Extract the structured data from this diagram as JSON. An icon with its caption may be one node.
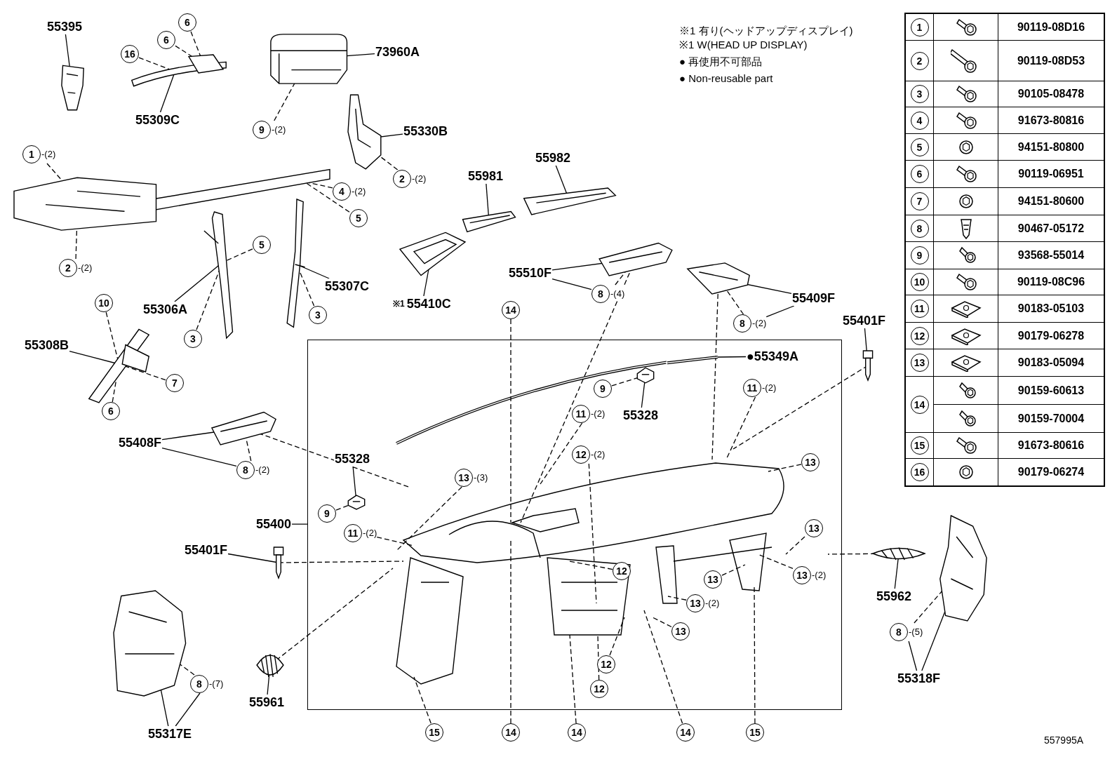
{
  "diagram": {
    "nodes": [
      {
        "text": [
          "55395"
        ]
      },
      {
        "text": [],
        "shape": "picture"
      },
      {
        "text": [
          "16"
        ]
      },
      {
        "text": [
          "6"
        ]
      },
      {
        "text": [
          "6"
        ]
      },
      {
        "text": [],
        "shape": "picture"
      },
      {
        "text": [
          "55309C"
        ]
      },
      {
        "text": [],
        "shape": "picture"
      },
      {
        "text": [
          "73960A"
        ]
      },
      {
        "text": [
          "9"
        ],
        "beside": [
          "-(2)"
        ]
      },
      {
        "text": [],
        "shape": "picture"
      },
      {
        "text": [
          "55330B"
        ]
      },
      {
        "text": [
          "1"
        ],
        "beside": [
          "-(2)"
        ]
      },
      {
        "text": [],
        "shape": "picture"
      },
      {
        "text": [
          "2"
        ],
        "beside": [
          "-(2)"
        ]
      },
      {
        "text": [
          "4"
        ],
        "beside": [
          "-(2)"
        ]
      },
      {
        "text": [
          "5"
        ]
      },
      {
        "text": [
          "5"
        ]
      },
      {
        "text": [],
        "shape": "picture"
      },
      {
        "text": [
          "55306A"
        ]
      },
      {
        "text": [
          "3"
        ]
      },
      {
        "text": [],
        "shape": "picture"
      },
      {
        "text": [
          "55307C"
        ]
      },
      {
        "text": [
          "3"
        ]
      },
      {
        "text": [
          "2"
        ],
        "beside": [
          "-(2)"
        ]
      },
      {
        "text": [
          "10"
        ]
      },
      {
        "text": [],
        "shape": "picture"
      },
      {
        "text": [
          "55308B"
        ]
      },
      {
        "text": [
          "7"
        ]
      },
      {
        "text": [
          "6"
        ]
      },
      {
        "text": [],
        "shape": "picture"
      },
      {
        "text": [
          "55410C"
        ],
        "beside": [
          "※1"
        ]
      },
      {
        "text": [],
        "shape": "picture"
      },
      {
        "text": [
          "55981"
        ]
      },
      {
        "text": [],
        "shape": "picture"
      },
      {
        "text": [
          "55982"
        ]
      },
      {
        "text": [],
        "shape": "picture"
      },
      {
        "text": [
          "55510F"
        ]
      },
      {
        "text": [
          "8"
        ],
        "beside": [
          "-(4)"
        ]
      },
      {
        "text": [],
        "shape": "picture"
      },
      {
        "text": [
          "55409F"
        ]
      },
      {
        "text": [
          "8"
        ],
        "beside": [
          "-(2)"
        ]
      },
      {
        "text": [
          "55401F"
        ]
      },
      {
        "text": [],
        "shape": "picture"
      },
      {
        "text": [],
        "shape": "box"
      },
      {
        "text": [
          "●55349A"
        ],
        "in": 44
      },
      {
        "text": [
          "9"
        ],
        "in": 44
      },
      {
        "text": [],
        "shape": "picture",
        "in": 44
      },
      {
        "text": [
          "55328"
        ],
        "in": 44
      },
      {
        "text": [
          "11"
        ],
        "beside": [
          "-(2)"
        ],
        "in": 44
      },
      {
        "text": [
          "11"
        ],
        "beside": [
          "-(2)"
        ],
        "in": 44
      },
      {
        "text": [
          "12"
        ],
        "beside": [
          "-(2)"
        ],
        "in": 44
      },
      {
        "text": [
          "13"
        ],
        "in": 44
      },
      {
        "text": [
          "55328"
        ],
        "in": 44
      },
      {
        "text": [],
        "shape": "picture",
        "in": 44
      },
      {
        "text": [
          "9"
        ],
        "in": 44
      },
      {
        "text": [
          "13"
        ],
        "beside": [
          "-(3)"
        ],
        "in": 44
      },
      {
        "text": [
          "11"
        ],
        "beside": [
          "-(2)"
        ],
        "in": 44
      },
      {
        "text": [
          "13"
        ],
        "in": 44
      },
      {
        "text": [
          "12"
        ],
        "in": 44
      },
      {
        "text": [
          "13"
        ],
        "in": 44
      },
      {
        "text": [
          "13"
        ],
        "beside": [
          "-(2)"
        ],
        "in": 44
      },
      {
        "text": [
          "13"
        ],
        "beside": [
          "-(2)"
        ],
        "in": 44
      },
      {
        "text": [
          "13"
        ],
        "in": 44
      },
      {
        "text": [
          "12"
        ],
        "in": 44
      },
      {
        "text": [
          "12"
        ],
        "in": 44
      },
      {
        "text": [
          "15"
        ]
      },
      {
        "text": [
          "14"
        ]
      },
      {
        "text": [
          "14"
        ]
      },
      {
        "text": [
          "14"
        ]
      },
      {
        "text": [
          "15"
        ]
      },
      {
        "text": [
          "14"
        ]
      },
      {
        "text": [
          "55400"
        ]
      },
      {
        "text": [
          "55401F"
        ]
      },
      {
        "text": [],
        "shape": "picture"
      },
      {
        "text": [
          "55408F"
        ]
      },
      {
        "text": [],
        "shape": "picture"
      },
      {
        "text": [
          "8"
        ],
        "beside": [
          "-(2)"
        ]
      },
      {
        "text": [],
        "shape": "picture"
      },
      {
        "text": [
          "8"
        ],
        "beside": [
          "-(7)"
        ]
      },
      {
        "text": [
          "55317E"
        ]
      },
      {
        "text": [],
        "shape": "picture"
      },
      {
        "text": [
          "55961"
        ]
      },
      {
        "text": [],
        "shape": "picture"
      },
      {
        "text": [
          "55962"
        ]
      },
      {
        "text": [],
        "shape": "picture"
      },
      {
        "text": [
          "8"
        ],
        "beside": [
          "-(5)"
        ]
      },
      {
        "text": [
          "55318F"
        ]
      },
      {
        "text": [],
        "shape": "picture",
        "in": 44
      }
    ],
    "edges": [
      {
        "from": 0,
        "to": 1,
        "arrow": "none"
      },
      {
        "from": 6,
        "to": 5,
        "arrow": "none"
      },
      {
        "from": 8,
        "to": 7,
        "arrow": "none"
      },
      {
        "from": 11,
        "to": 10,
        "arrow": "none"
      },
      {
        "from": 19,
        "to": 18,
        "arrow": "none"
      },
      {
        "from": 22,
        "to": 21,
        "arrow": "none"
      },
      {
        "from": 27,
        "to": 26,
        "arrow": "none"
      },
      {
        "from": 31,
        "to": 30,
        "arrow": "none"
      },
      {
        "from": 33,
        "to": 32,
        "arrow": "none"
      },
      {
        "from": 35,
        "to": 34,
        "arrow": "none"
      },
      {
        "from": 37,
        "to": 36,
        "arrow": "none"
      },
      {
        "from": 37,
        "to": 38,
        "arrow": "none"
      },
      {
        "from": 40,
        "to": 39,
        "arrow": "none"
      },
      {
        "from": 40,
        "to": 41,
        "arrow": "none"
      },
      {
        "from": 42,
        "to": 43,
        "arrow": "none"
      },
      {
        "from": 45,
        "to": 88,
        "arrow": "none"
      },
      {
        "from": 48,
        "to": 47,
        "arrow": "none"
      },
      {
        "from": 53,
        "to": 54,
        "arrow": "none"
      },
      {
        "from": 72,
        "to": 44,
        "arrow": "none"
      },
      {
        "from": 73,
        "to": 74,
        "arrow": "none"
      },
      {
        "from": 75,
        "to": 76,
        "arrow": "none"
      },
      {
        "from": 75,
        "to": 77,
        "arrow": "none"
      },
      {
        "from": 80,
        "to": 78,
        "arrow": "none"
      },
      {
        "from": 80,
        "to": 79,
        "arrow": "none"
      },
      {
        "from": 82,
        "to": 81,
        "arrow": "none"
      },
      {
        "from": 84,
        "to": 83,
        "arrow": "none"
      },
      {
        "from": 87,
        "to": 85,
        "arrow": "none"
      },
      {
        "from": 87,
        "to": 86,
        "arrow": "none"
      },
      {
        "from": 2,
        "to": 5,
        "arrow": "none",
        "style": "dashed"
      },
      {
        "from": 3,
        "to": 5,
        "arrow": "none",
        "style": "dashed"
      },
      {
        "from": 4,
        "to": 5,
        "arrow": "none",
        "style": "dashed"
      },
      {
        "from": 9,
        "to": 7,
        "arrow": "none",
        "style": "dashed"
      },
      {
        "from": 12,
        "to": 13,
        "arrow": "none",
        "style": "dashed"
      },
      {
        "from": 14,
        "to": 10,
        "arrow": "none",
        "style": "dashed"
      },
      {
        "from": 15,
        "to": 13,
        "arrow": "none",
        "style": "dashed"
      },
      {
        "from": 16,
        "to": 13,
        "arrow": "none",
        "style": "dashed"
      },
      {
        "from": 17,
        "to": 18,
        "arrow": "none",
        "style": "dashed"
      },
      {
        "from": 20,
        "to": 18,
        "arrow": "none",
        "style": "dashed"
      },
      {
        "from": 23,
        "to": 21,
        "arrow": "none",
        "style": "dashed"
      },
      {
        "from": 24,
        "to": 13,
        "arrow": "none",
        "style": "dashed"
      },
      {
        "from": 25,
        "to": 26,
        "arrow": "none",
        "style": "dashed"
      },
      {
        "from": 28,
        "to": 26,
        "arrow": "none",
        "style": "dashed"
      },
      {
        "from": 29,
        "to": 26,
        "arrow": "none",
        "style": "dashed"
      },
      {
        "from": 46,
        "to": 47,
        "arrow": "none",
        "style": "dashed"
      },
      {
        "from": 55,
        "to": 54,
        "arrow": "none",
        "style": "dashed"
      },
      {
        "from": 77,
        "to": 76,
        "arrow": "none",
        "style": "dashed"
      },
      {
        "from": 79,
        "to": 78,
        "arrow": "none",
        "style": "dashed"
      },
      {
        "from": 86,
        "to": 85,
        "arrow": "none",
        "style": "dashed"
      },
      {
        "from": 38,
        "to": 36,
        "arrow": "none",
        "style": "dashed"
      },
      {
        "from": 41,
        "to": 39,
        "arrow": "none",
        "style": "dashed"
      },
      {
        "from": 49,
        "to": null,
        "arrow": "none",
        "style": "dashed"
      },
      {
        "from": 50,
        "to": null,
        "arrow": "none",
        "style": "dashed"
      },
      {
        "from": 51,
        "to": null,
        "arrow": "none",
        "style": "dashed"
      },
      {
        "from": 52,
        "to": null,
        "arrow": "none",
        "style": "dashed"
      },
      {
        "from": 56,
        "to": null,
        "arrow": "none",
        "style": "dashed"
      },
      {
        "from": 57,
        "to": null,
        "arrow": "none",
        "style": "dashed"
      },
      {
        "from": 58,
        "to": null,
        "arrow": "none",
        "style": "dashed"
      },
      {
        "from": 59,
        "to": null,
        "arrow": "none",
        "style": "dashed"
      },
      {
        "from": 60,
        "to": null,
        "arrow": "none",
        "style": "dashed"
      },
      {
        "from": 61,
        "to": null,
        "arrow": "none",
        "style": "dashed"
      },
      {
        "from": 62,
        "to": null,
        "arrow": "none",
        "style": "dashed"
      },
      {
        "from": 63,
        "to": null,
        "arrow": "none",
        "style": "dashed"
      },
      {
        "from": 64,
        "to": null,
        "arrow": "none",
        "style": "dashed"
      },
      {
        "from": 65,
        "to": null,
        "arrow": "none",
        "style": "dashed"
      },
      {
        "from": 66,
        "to": null,
        "arrow": "none",
        "style": "dashed"
      },
      {
        "from": 67,
        "to": null,
        "arrow": "none",
        "style": "dashed"
      },
      {
        "from": 68,
        "to": null,
        "arrow": "none",
        "style": "dashed"
      },
      {
        "from": 69,
        "to": null,
        "arrow": "none",
        "style": "dashed"
      },
      {
        "from": 70,
        "to": null,
        "arrow": "none",
        "style": "dashed"
      },
      {
        "from": 71,
        "to": null,
        "arrow": "none",
        "style": "dashed"
      },
      {
        "from": 39,
        "to": null,
        "arrow": "none",
        "style": "dashed"
      },
      {
        "from": 76,
        "to": null,
        "arrow": "none",
        "style": "dashed"
      },
      {
        "from": 83,
        "to": null,
        "arrow": "none",
        "style": "dashed"
      },
      {
        "from": 81,
        "to": null,
        "arrow": "none",
        "style": "dashed"
      },
      {
        "from": 43,
        "to": null,
        "arrow": "none",
        "style": "dashed"
      },
      {
        "from": 74,
        "to": null,
        "arrow": "none",
        "style": "dashed"
      },
      {
        "from": 36,
        "to": null,
        "arrow": "none",
        "style": "dashed"
      }
    ],
    "labels": [
      "※1 有り(ヘッドアップディスプレイ)",
      "※1 W(HEAD UP DISPLAY)",
      "● 再使用不可部品",
      "● Non-reusable part",
      "1",
      "90119-08D16",
      "2",
      "90119-08D53",
      "3",
      "90105-08478",
      "4",
      "91673-80816",
      "5",
      "94151-80800",
      "6",
      "90119-06951",
      "7",
      "94151-80600",
      "8",
      "90467-05172",
      "9",
      "93568-55014",
      "10",
      "90119-08C96",
      "11",
      "90183-05103",
      "12",
      "90179-06278",
      "13",
      "90183-05094",
      "14",
      "90159-60613",
      "90159-70004",
      "15",
      "91673-80616",
      "16",
      "90179-06274",
      "557995A"
    ]
  }
}
